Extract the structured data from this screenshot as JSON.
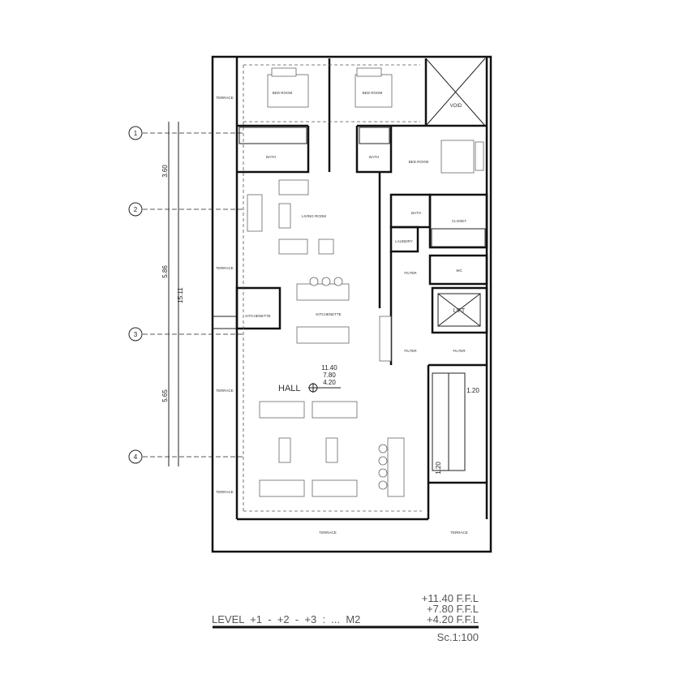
{
  "rooms": {
    "bed1": "BED ROOM",
    "bed2": "BED ROOM",
    "bed3": "BED ROOM",
    "void": "VOID",
    "bath1": "BATH",
    "bath2": "BATH",
    "bath3": "BATH",
    "living": "LIVING ROOM",
    "laundry": "LAUNDRY",
    "closet": "CLOSET",
    "filter1": "FILTER",
    "filter2": "FILTER",
    "filter3": "FILTER",
    "wc": "WC",
    "lift": "LIFT",
    "kitchenette1": "KITCHENETTE",
    "kitchenette2": "KITCHENETTE",
    "hall": "HALL",
    "terrace1": "TERRACE",
    "terrace2": "TERRACE",
    "terrace3": "TERRACE",
    "terrace4": "TERRACE",
    "terrace5": "TERRACE",
    "terrace6": "TERRACE"
  },
  "levels_marker": [
    "11.40",
    "7.80",
    "4.20"
  ],
  "stair_dims": [
    "1.20",
    "1.20"
  ],
  "axes": [
    "1",
    "2",
    "3",
    "4"
  ],
  "dimensions": {
    "seg1": "3.60",
    "seg2": "5.86",
    "seg3": "5.65",
    "total": "15.11"
  },
  "footer": {
    "level": "LEVEL  +1  -  +2  -  +3  :  ...  M2",
    "ffl": [
      "+11.40  F.F.L",
      "+7.80  F.F.L",
      "+4.20  F.F.L"
    ],
    "scale": "Sc.1:100"
  }
}
